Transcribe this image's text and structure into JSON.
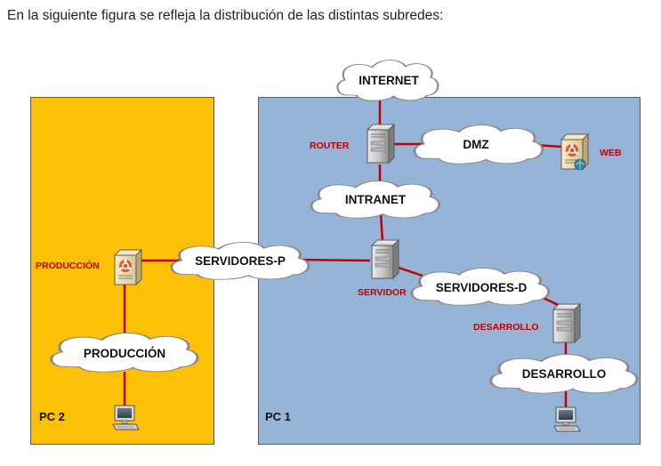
{
  "caption": "En la siguiente figura se refleja la distribución de las distintas subredes:",
  "colors": {
    "zone_pc2": "#fcc106",
    "zone_pc1": "#96b4d8",
    "link": "#c00000",
    "label_red": "#c00000"
  },
  "zones": {
    "pc2": {
      "label": "PC 2"
    },
    "pc1": {
      "label": "PC 1"
    }
  },
  "clouds": {
    "internet": "INTERNET",
    "dmz": "DMZ",
    "intranet": "INTRANET",
    "servidores_p": "SERVIDORES-P",
    "servidores_d": "SERVIDORES-D",
    "produccion": "PRODUCCIÓN",
    "desarrollo": "DESARROLLO"
  },
  "nodes": {
    "router": {
      "label": "ROUTER",
      "icon": "server-tower-icon"
    },
    "servidor": {
      "label": "SERVIDOR",
      "icon": "server-tower-icon"
    },
    "desarrollo_server": {
      "label": "DESARROLLO",
      "icon": "server-tower-icon"
    },
    "web": {
      "label": "WEB",
      "icon": "ubuntu-web-server-icon"
    },
    "produccion_server": {
      "label": "PRODUCCIÓN",
      "icon": "ubuntu-server-icon"
    },
    "pc2_client": {
      "icon": "desktop-computer-icon"
    },
    "pc1_client": {
      "icon": "desktop-computer-icon"
    }
  }
}
